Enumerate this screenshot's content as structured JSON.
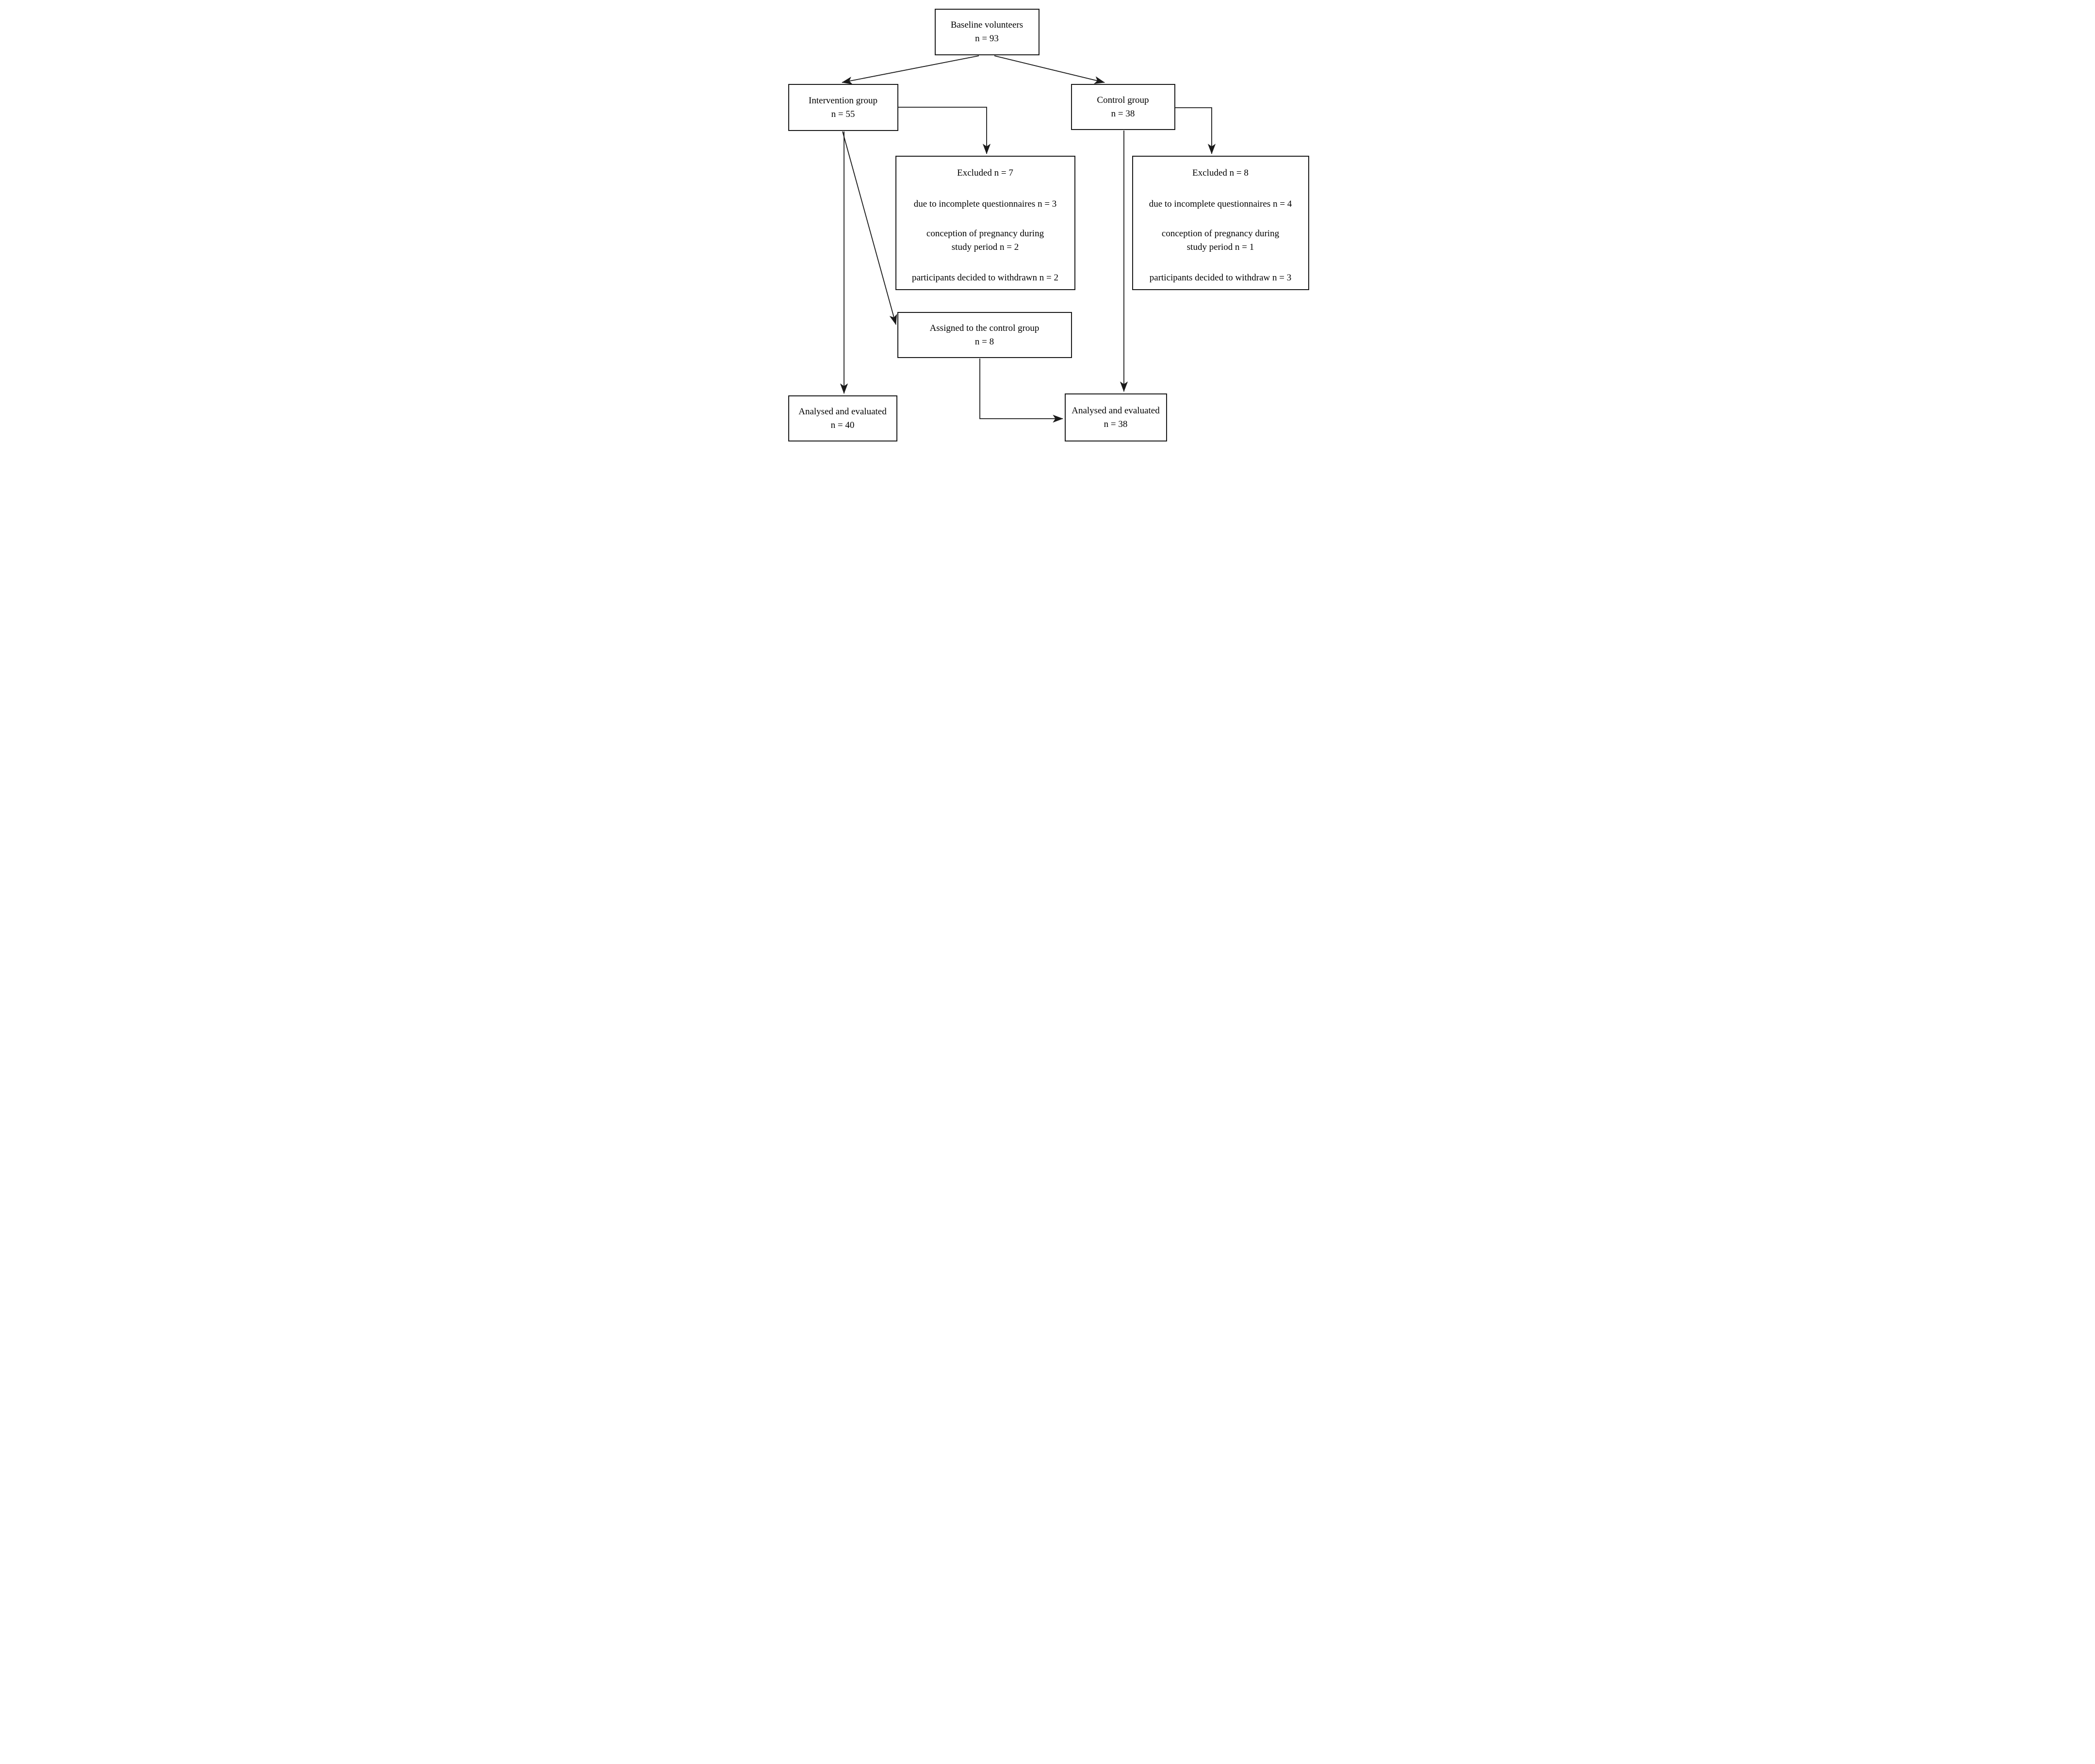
{
  "diagram": {
    "boxes": {
      "baseline": {
        "line1": "Baseline volunteers",
        "line2": "n = 93"
      },
      "intervention": {
        "line1": "Intervention group",
        "line2": "n = 55"
      },
      "control": {
        "line1": "Control group",
        "line2": "n = 38"
      },
      "excluded_intervention": {
        "title": "Excluded n = 7",
        "reason1": "due to incomplete questionnaires n = 3",
        "reason2_line1": "conception of pregnancy during",
        "reason2_line2": "study period n = 2",
        "reason3": "participants decided to withdrawn n = 2"
      },
      "excluded_control": {
        "title": "Excluded n = 8",
        "reason1": "due to incomplete questionnaires n = 4",
        "reason2_line1": "conception of pregnancy during",
        "reason2_line2": "study period n = 1",
        "reason3": "participants decided to withdraw n = 3"
      },
      "assigned": {
        "line1": "Assigned to the control group",
        "line2": "n = 8"
      },
      "analysed_intervention": {
        "line1": "Analysed and evaluated",
        "line2": "n = 40"
      },
      "analysed_control": {
        "line1": "Analysed and evaluated",
        "line2": "n = 38"
      }
    },
    "colors": {
      "background": "#ffffff",
      "box_fill": "#ffffff",
      "box_border": "#1a1a1a",
      "line": "#1a1a1a",
      "text": "#000000"
    }
  }
}
